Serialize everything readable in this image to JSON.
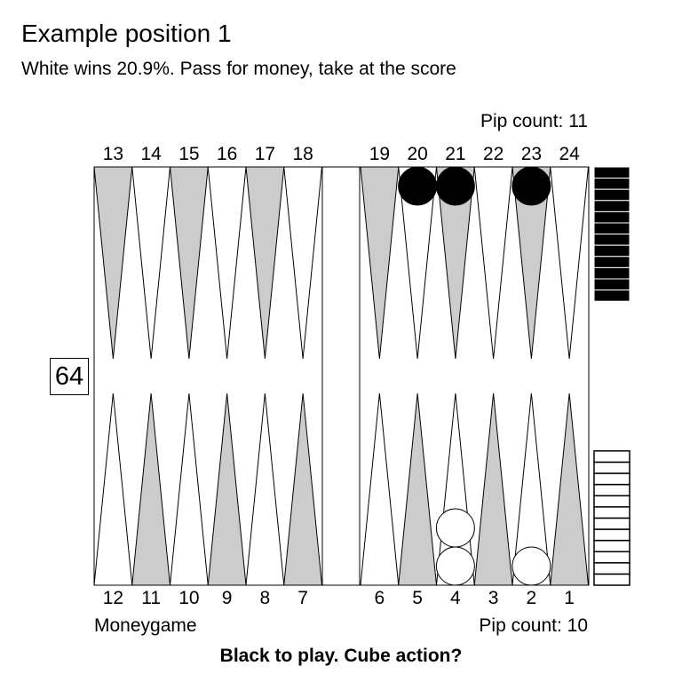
{
  "title": "Example position 1",
  "subtitle": "White wins 20.9%. Pass for money, take at the score",
  "pip_count_top": "Pip count: 11",
  "pip_count_bottom": "Pip count: 10",
  "match_info": "Moneygame",
  "footer": "Black to play. Cube action?",
  "cube_value": "64",
  "points_top": [
    "13",
    "14",
    "15",
    "16",
    "17",
    "18",
    "19",
    "20",
    "21",
    "22",
    "23",
    "24"
  ],
  "points_bottom": [
    "12",
    "11",
    "10",
    "9",
    "8",
    "7",
    "6",
    "5",
    "4",
    "3",
    "2",
    "1"
  ],
  "checkers": {
    "black": [
      {
        "point": 20,
        "count": 1
      },
      {
        "point": 21,
        "count": 1
      },
      {
        "point": 23,
        "count": 1
      }
    ],
    "white": [
      {
        "point": 4,
        "count": 2
      },
      {
        "point": 2,
        "count": 1
      }
    ]
  },
  "borne_off": {
    "black": 12,
    "white": 12
  },
  "colors": {
    "shaded_point": "#cccccc",
    "light_point": "#ffffff",
    "black_checker": "#000000",
    "white_checker": "#ffffff"
  }
}
